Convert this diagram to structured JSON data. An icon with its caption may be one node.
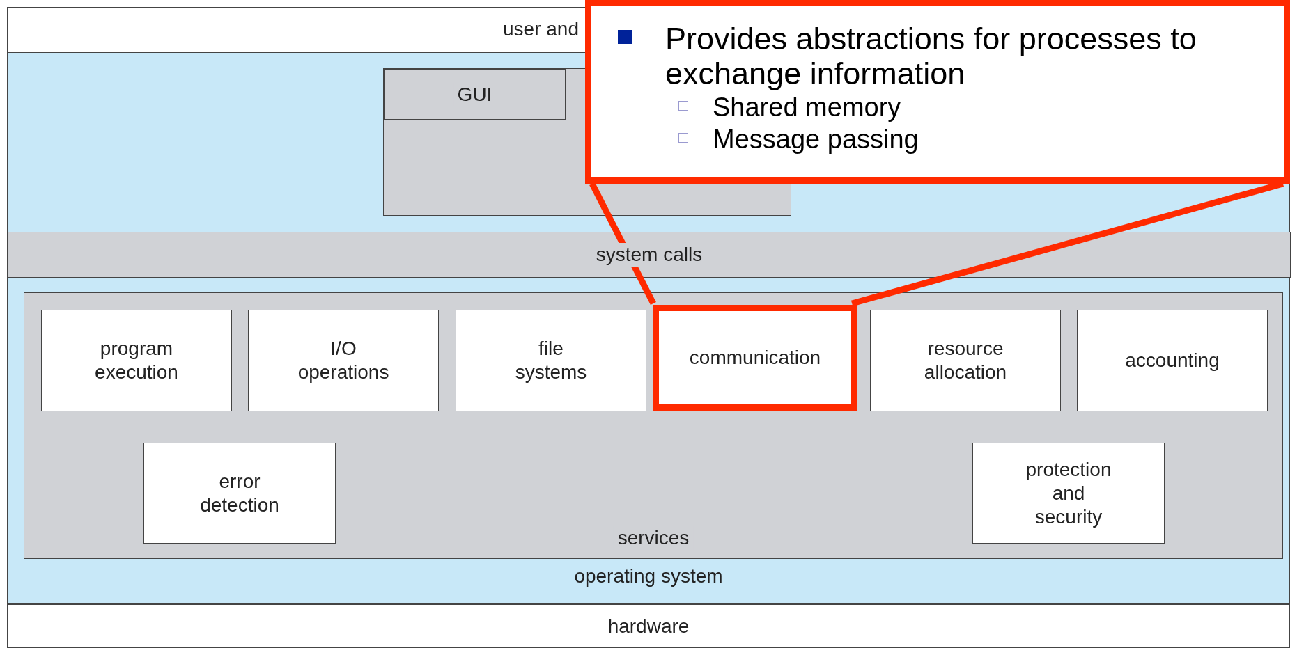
{
  "diagram": {
    "nodes": [
      {
        "text": [
          "user and"
        ]
      },
      {
        "text": [
          "operating system"
        ]
      },
      {
        "text": [],
        "shape": "box",
        "in": 1
      },
      {
        "text": [
          "GUI"
        ],
        "in": 2
      },
      {
        "text": [
          "system calls"
        ],
        "in": 1
      },
      {
        "text": [
          "services"
        ],
        "in": 1
      },
      {
        "text": [
          "program execution"
        ],
        "in": 5
      },
      {
        "text": [
          "I/O operations"
        ],
        "in": 5
      },
      {
        "text": [
          "file systems"
        ],
        "in": 5
      },
      {
        "text": [
          "communication"
        ],
        "in": 5
      },
      {
        "text": [
          "resource allocation"
        ],
        "in": 5
      },
      {
        "text": [
          "accounting"
        ],
        "in": 5
      },
      {
        "text": [
          "error detection"
        ],
        "in": 5
      },
      {
        "text": [
          "protection and security"
        ],
        "in": 5
      },
      {
        "text": [
          "hardware"
        ]
      },
      {
        "text": [
          "Provides abstractions for processes to exchange information",
          "Shared memory",
          "Message passing"
        ]
      }
    ],
    "edges": [
      {
        "from": 15,
        "to": 9,
        "arrow": "none"
      },
      {
        "from": 15,
        "to": 9,
        "arrow": "none"
      }
    ]
  }
}
